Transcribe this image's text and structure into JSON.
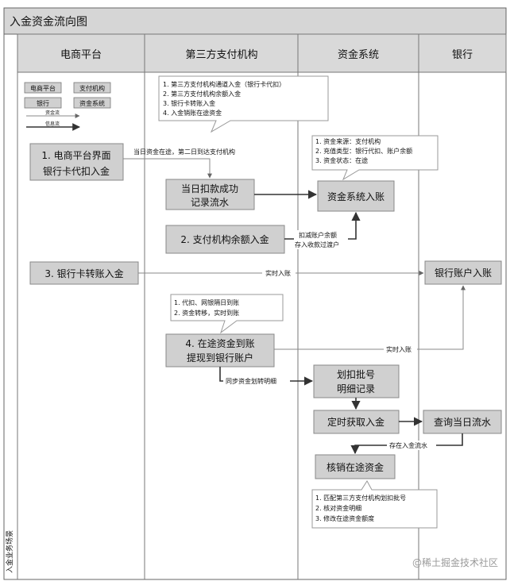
{
  "title": "入金资金流向图",
  "side_label": "入金业务场景",
  "lanes": [
    "电商平台",
    "第三方支付机构",
    "资金系统",
    "银行"
  ],
  "legend": {
    "items": [
      "电商平台",
      "支付机构",
      "银行",
      "资金系统"
    ],
    "fund_flow": "资金流",
    "info_flow": "信息流"
  },
  "notes": {
    "third_party": [
      "1. 第三方支付机构通道入金（银行卡代扣）",
      "2. 第三方支付机构余额入金",
      "3. 银行卡转账入金",
      "4. 入金销账在途资金"
    ],
    "fund_system": [
      "1. 资金来源：支付机构",
      "2. 充值类型：银行代扣、账户余额",
      "3. 资金状态：在途"
    ],
    "in_transit": [
      "1. 代扣、网银隔日到账",
      "2. 资金转移，实时到账"
    ],
    "writeoff": [
      "1. 匹配第三方支付机构划扣批号",
      "2. 核对资金明细",
      "3. 修改在途资金额度"
    ]
  },
  "nodes": {
    "n1": [
      "1. 电商平台界面",
      "银行卡代扣入金"
    ],
    "record": [
      "当日扣款成功",
      "记录流水"
    ],
    "fund_entry": [
      "资金系统入账"
    ],
    "n2": [
      "2. 支付机构余额入金"
    ],
    "n3": [
      "3. 银行卡转账入金"
    ],
    "bank_entry": [
      "银行账户入账"
    ],
    "n4": [
      "4. 在途资金到账",
      "提现到银行账户"
    ],
    "batch": [
      "划扣批号",
      "明细记录"
    ],
    "timed": [
      "定时获取入金"
    ],
    "query": [
      "查询当日流水"
    ],
    "writeoff": [
      "核销在途资金"
    ]
  },
  "edge_labels": {
    "e1": "当日资金在途，第二日到达支付机构",
    "e2": [
      "扣减账户余额",
      "存入收款过渡户"
    ],
    "e3": "实时入账",
    "e4": "实时入账",
    "e5": "同步资金划转明细",
    "e6": "存在入金流水"
  },
  "watermark": "@稀土掘金技术社区"
}
